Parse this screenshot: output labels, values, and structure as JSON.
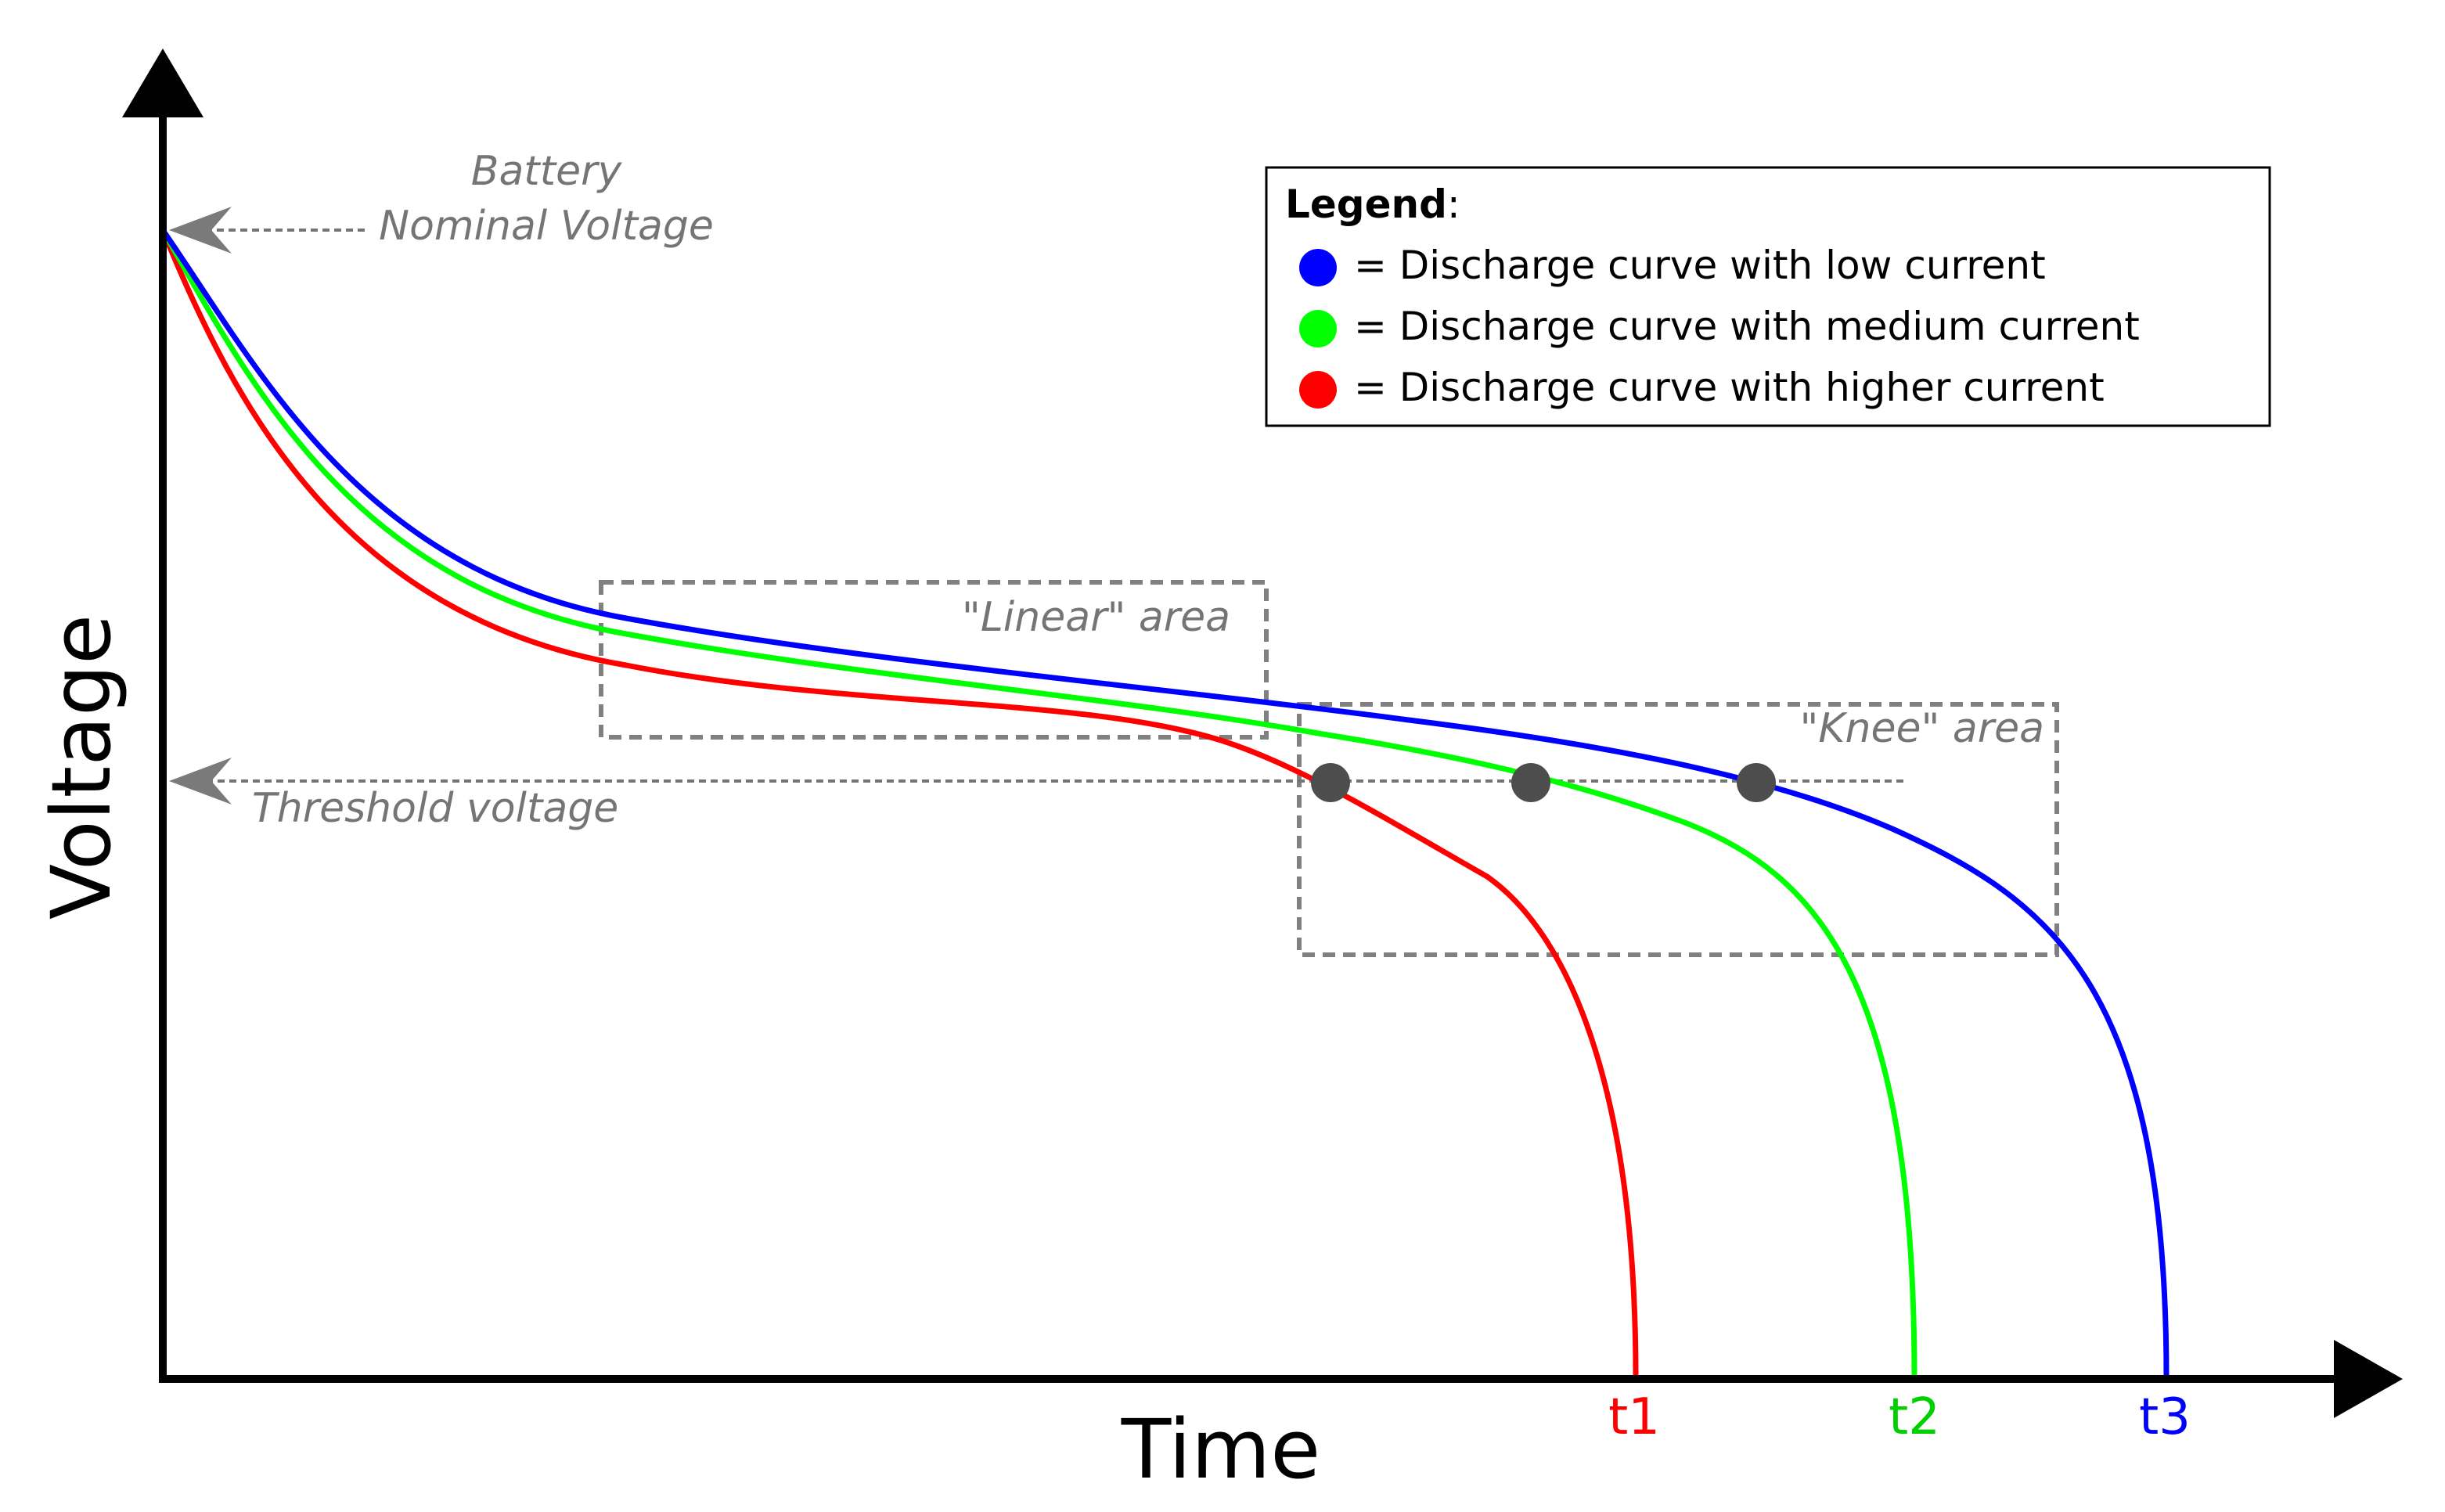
{
  "axes": {
    "x_label": "Time",
    "y_label": "Voltage"
  },
  "annotations": {
    "nominal_line1": "Battery",
    "nominal_line2": "Nominal Voltage",
    "threshold": "Threshold voltage",
    "linear_area": "\"Linear\" area",
    "knee_area": "\"Knee\" area"
  },
  "legend": {
    "title": "Legend",
    "title_suffix": ":",
    "items": [
      {
        "label": "= Discharge curve with low current",
        "color": "#0000ff"
      },
      {
        "label": "= Discharge curve with medium current",
        "color": "#00ff00"
      },
      {
        "label": "= Discharge curve with higher current",
        "color": "#ff0000"
      }
    ]
  },
  "time_markers": [
    {
      "label": "t1",
      "color": "#ff0000"
    },
    {
      "label": "t2",
      "color": "#00ff00"
    },
    {
      "label": "t3",
      "color": "#0000ff"
    }
  ],
  "colors": {
    "axis": "#000000",
    "annotation": "#757575",
    "knee_point": "#4d4d4d",
    "box_border": "#808080"
  }
}
